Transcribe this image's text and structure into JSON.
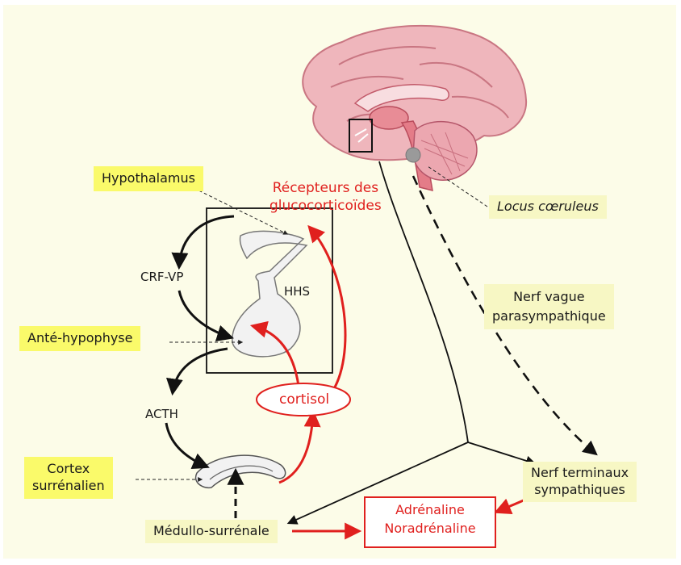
{
  "labels": {
    "hypothalamus": "Hypothalamus",
    "recepteurs_line1": "Récepteurs des",
    "recepteurs_line2": "glucocorticoïdes",
    "locus": "Locus cœruleus",
    "crf": "CRF-VP",
    "hhs": "HHS",
    "ante": "Anté-hypophyse",
    "nerf_vague_line1": "Nerf vague",
    "nerf_vague_line2": "parasympathique",
    "cortisol": "cortisol",
    "acth": "ACTH",
    "cortex_line1": "Cortex",
    "cortex_line2": "surrénalien",
    "nerf_term_line1": "Nerf terminaux",
    "nerf_term_line2": "sympathiques",
    "medullo": "Médullo-surrénale",
    "adrenaline": "Adrénaline",
    "noradrenaline": "Noradrénaline"
  },
  "colors": {
    "background": "#fcfce8",
    "label_highlight": "#fafa6a",
    "label_pale": "#f7f7c4",
    "accent_red": "#e0201e",
    "arrow_black": "#111111"
  }
}
